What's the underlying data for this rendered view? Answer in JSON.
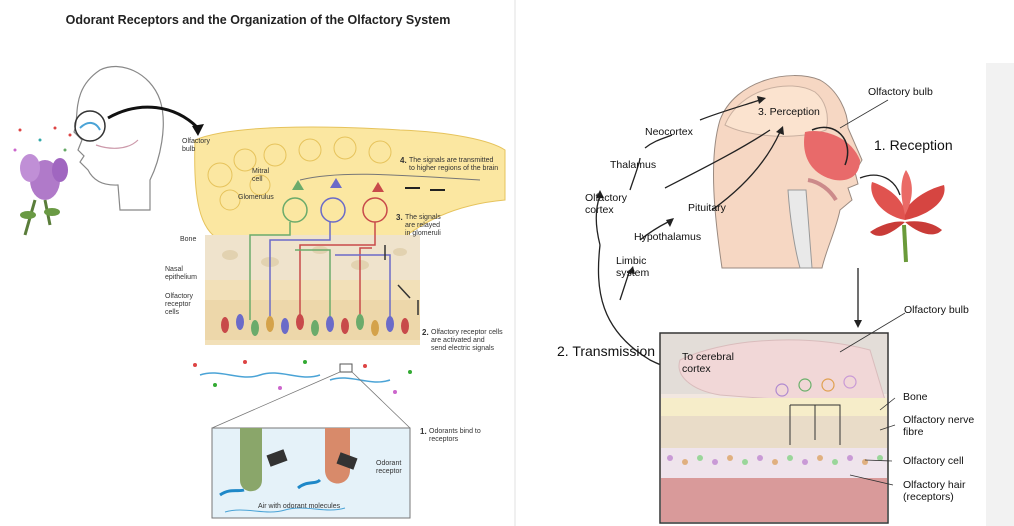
{
  "left_diagram": {
    "title": "Odorant Receptors and the Organization of the Olfactory System",
    "labels": {
      "olfactory_bulb": "Olfactory\nbulb",
      "mitral_cell": "Mitral\ncell",
      "glomerulus": "Glomerulus",
      "bone": "Bone",
      "nasal_epithelium": "Nasal\nepithelium",
      "olfactory_receptor_cells": "Olfactory\nreceptor\ncells",
      "odorant_receptor": "Odorant\nreceptor",
      "air_with_odorant": "Air with odorant molecules"
    },
    "steps": [
      {
        "number": "4.",
        "text": "The signals are transmitted\nto higher regions of the brain"
      },
      {
        "number": "3.",
        "text": "The signals\nare relayed\nin glomeruli"
      },
      {
        "number": "2.",
        "text": "Olfactory receptor cells\nare activated and\nsend electric signals"
      },
      {
        "number": "1.",
        "text": "Odorants bind to\nreceptors"
      }
    ]
  },
  "right_diagram": {
    "labels": {
      "olfactory_bulb_top": "Olfactory bulb",
      "perception": "3. Perception",
      "reception": "1. Reception",
      "neocortex": "Neocortex",
      "thalamus": "Thalamus",
      "olfactory_cortex": "Olfactory\ncortex",
      "pituitary": "Pituitary",
      "hypothalamus": "Hypothalamus",
      "limbic_system": "Limbic\nsystem",
      "transmission": "2. Transmission",
      "to_cerebral_cortex": "To cerebral\ncortex",
      "olfactory_bulb_inset": "Olfactory bulb",
      "bone": "Bone",
      "olfactory_nerve_fibre": "Olfactory nerve\nfibre",
      "olfactory_cell": "Olfactory cell",
      "olfactory_hair": "Olfactory hair\n(receptors)"
    }
  }
}
